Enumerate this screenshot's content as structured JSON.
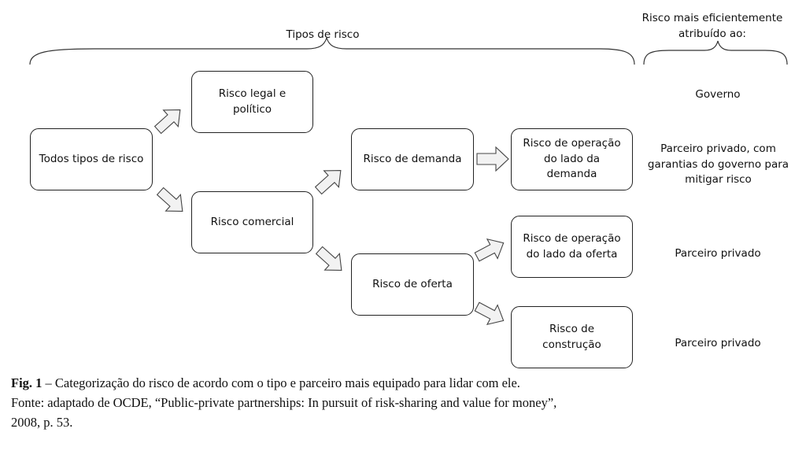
{
  "header": {
    "left_title": "Tipos de risco",
    "right_title_line1": "Risco mais eficientemente",
    "right_title_line2": "atribuído ao:"
  },
  "nodes": {
    "todos": "Todos tipos de risco",
    "legal": "Risco legal e político",
    "comercial": "Risco comercial",
    "demanda": "Risco de demanda",
    "oferta": "Risco de oferta",
    "op_demanda": "Risco de operação do lado da demanda",
    "op_oferta": "Risco de operação do lado da oferta",
    "construcao": "Risco de construção"
  },
  "allocations": {
    "governo": "Governo",
    "privado_garantias": "Parceiro privado, com garantias do governo para mitigar risco",
    "privado_1": "Parceiro privado",
    "privado_2": "Parceiro privado"
  },
  "caption": {
    "label": "Fig. 1",
    "text": " – Categorização do risco de acordo com o tipo e parceiro mais equipado para lidar com ele.",
    "source": "Fonte: adaptado de OCDE, “Public-private partnerships: In pursuit of risk-sharing and value for money”,",
    "source_cont": "2008, p. 53."
  }
}
